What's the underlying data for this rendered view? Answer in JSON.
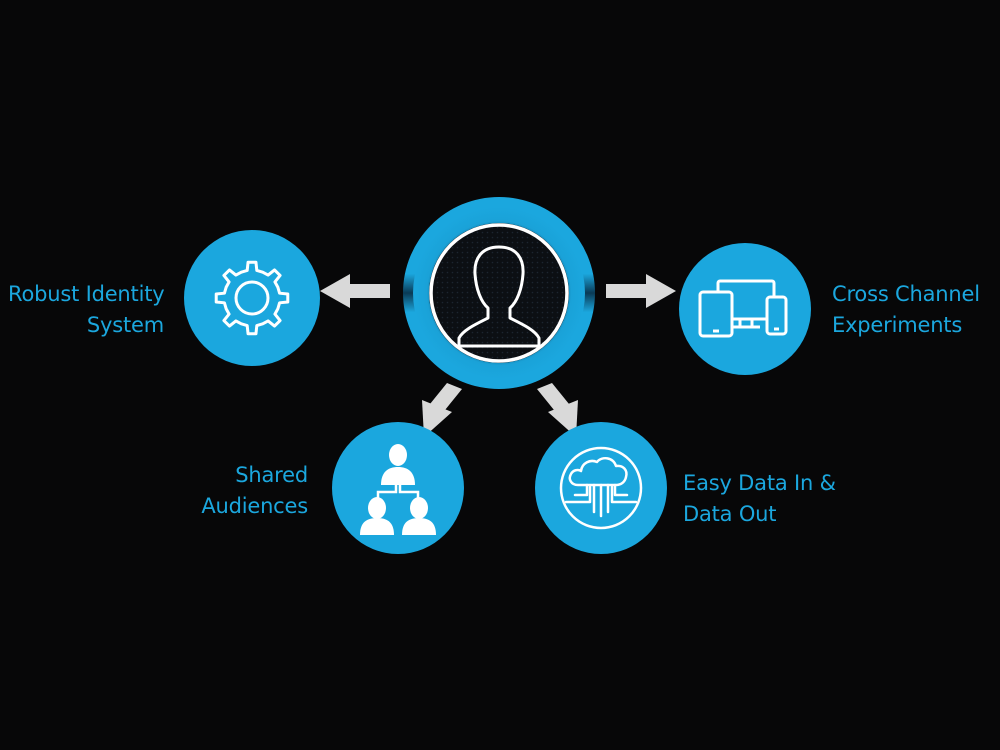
{
  "nodes": {
    "center": {
      "icon": "person-silhouette-icon"
    },
    "robust_identity": {
      "icon": "gear-icon",
      "label_line1": "Robust Identity",
      "label_line2": "System"
    },
    "cross_channel": {
      "icon": "devices-icon",
      "label_line1": "Cross Channel",
      "label_line2": "Experiments"
    },
    "shared_audiences": {
      "icon": "audience-group-icon",
      "label_line1": "Shared",
      "label_line2": "Audiences"
    },
    "easy_data": {
      "icon": "cloud-data-icon",
      "label_line1": "Easy Data In &",
      "label_line2": "Data Out"
    }
  },
  "colors": {
    "background": "#070708",
    "accent": "#1ba7de",
    "arrow": "#d9d9d9",
    "icon_stroke": "#ffffff"
  }
}
